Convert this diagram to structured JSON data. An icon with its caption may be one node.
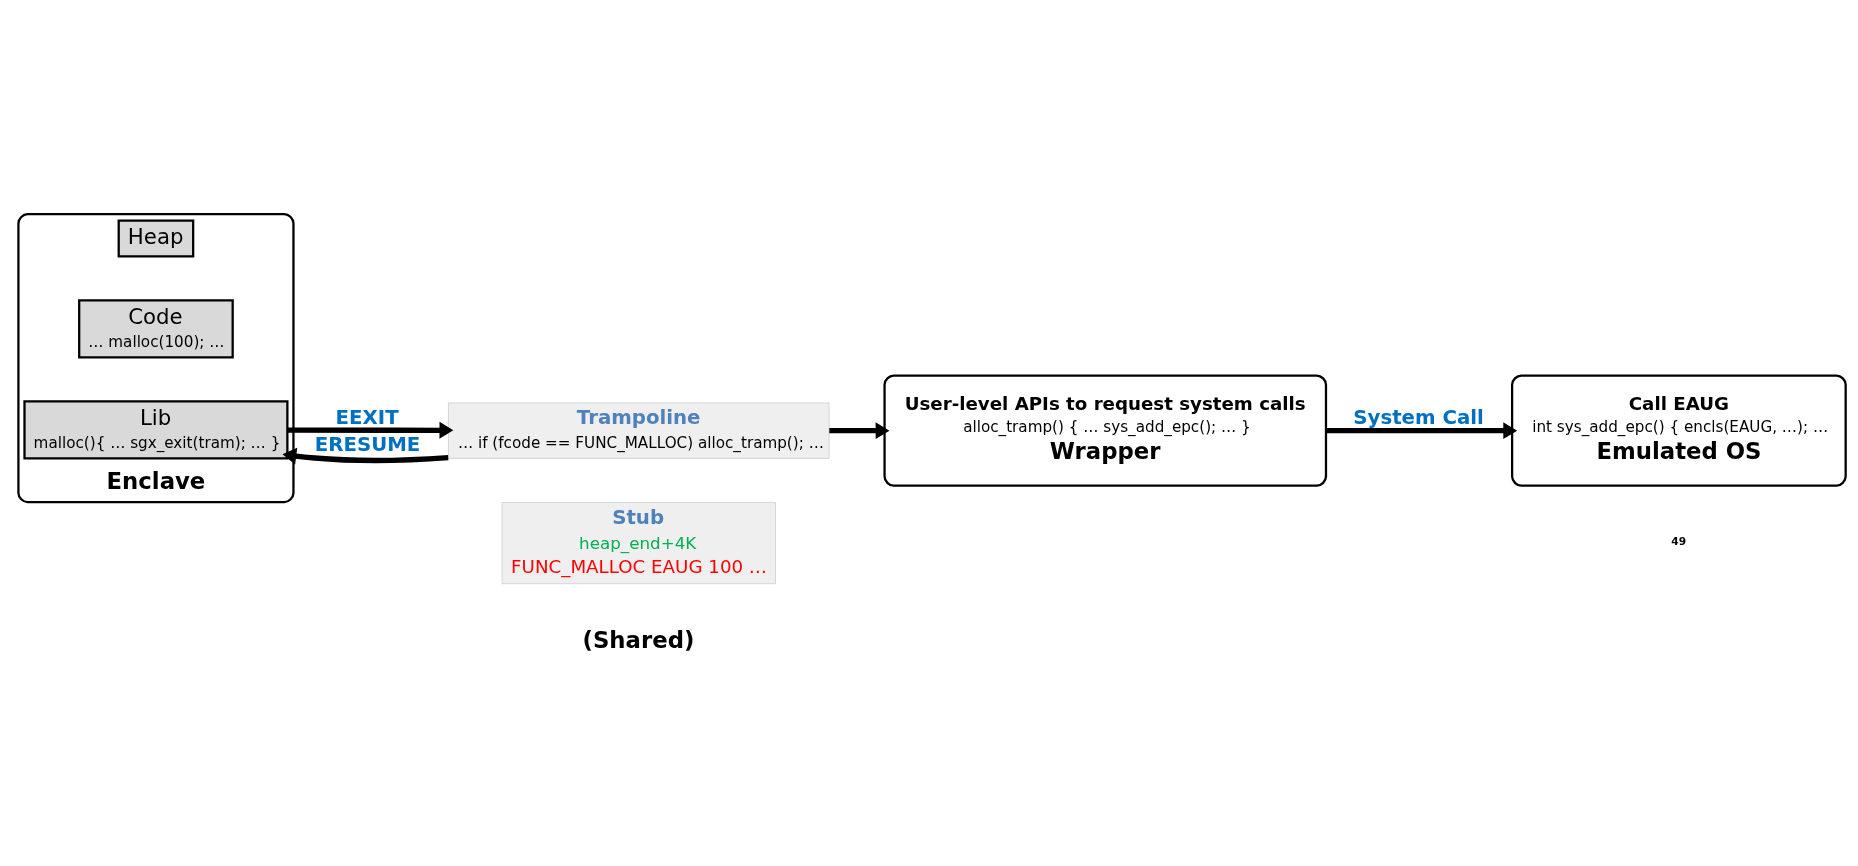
{
  "diagram": {
    "nodes": [
      {
        "text": [
          "Enclave"
        ]
      },
      {
        "text": [
          "Lib",
          "malloc(){ … sgx_exit(tram); … }"
        ],
        "in": 0
      },
      {
        "text": [
          "Code",
          "… malloc(100); …"
        ],
        "in": 0
      },
      {
        "text": [
          "Heap"
        ],
        "in": 0
      },
      {
        "text": [
          "Trampoline",
          "… if (fcode == FUNC_MALLOC) alloc_tramp(); …"
        ]
      },
      {
        "text": [
          "Stub",
          "heap_end+4K",
          "FUNC_MALLOC EAUG 100 …"
        ]
      },
      {
        "text": [
          "User-level APIs to request system calls",
          "alloc_tramp() { … sys_add_epc(); … }",
          "Wrapper"
        ]
      },
      {
        "text": [
          "Call EAUG",
          "int sys_add_epc() { encls(EAUG, …); …",
          "Emulated OS"
        ]
      }
    ],
    "edges": [
      {
        "from": 1,
        "to": 4,
        "arrow": "to",
        "label": "EEXIT"
      },
      {
        "from": 4,
        "to": 1,
        "arrow": "to",
        "label": "ERESUME"
      },
      {
        "from": 4,
        "to": 6,
        "arrow": "to"
      },
      {
        "from": 6,
        "to": 7,
        "arrow": "to",
        "label": "System Call"
      }
    ],
    "labels": [
      "(Shared)",
      "49"
    ]
  }
}
